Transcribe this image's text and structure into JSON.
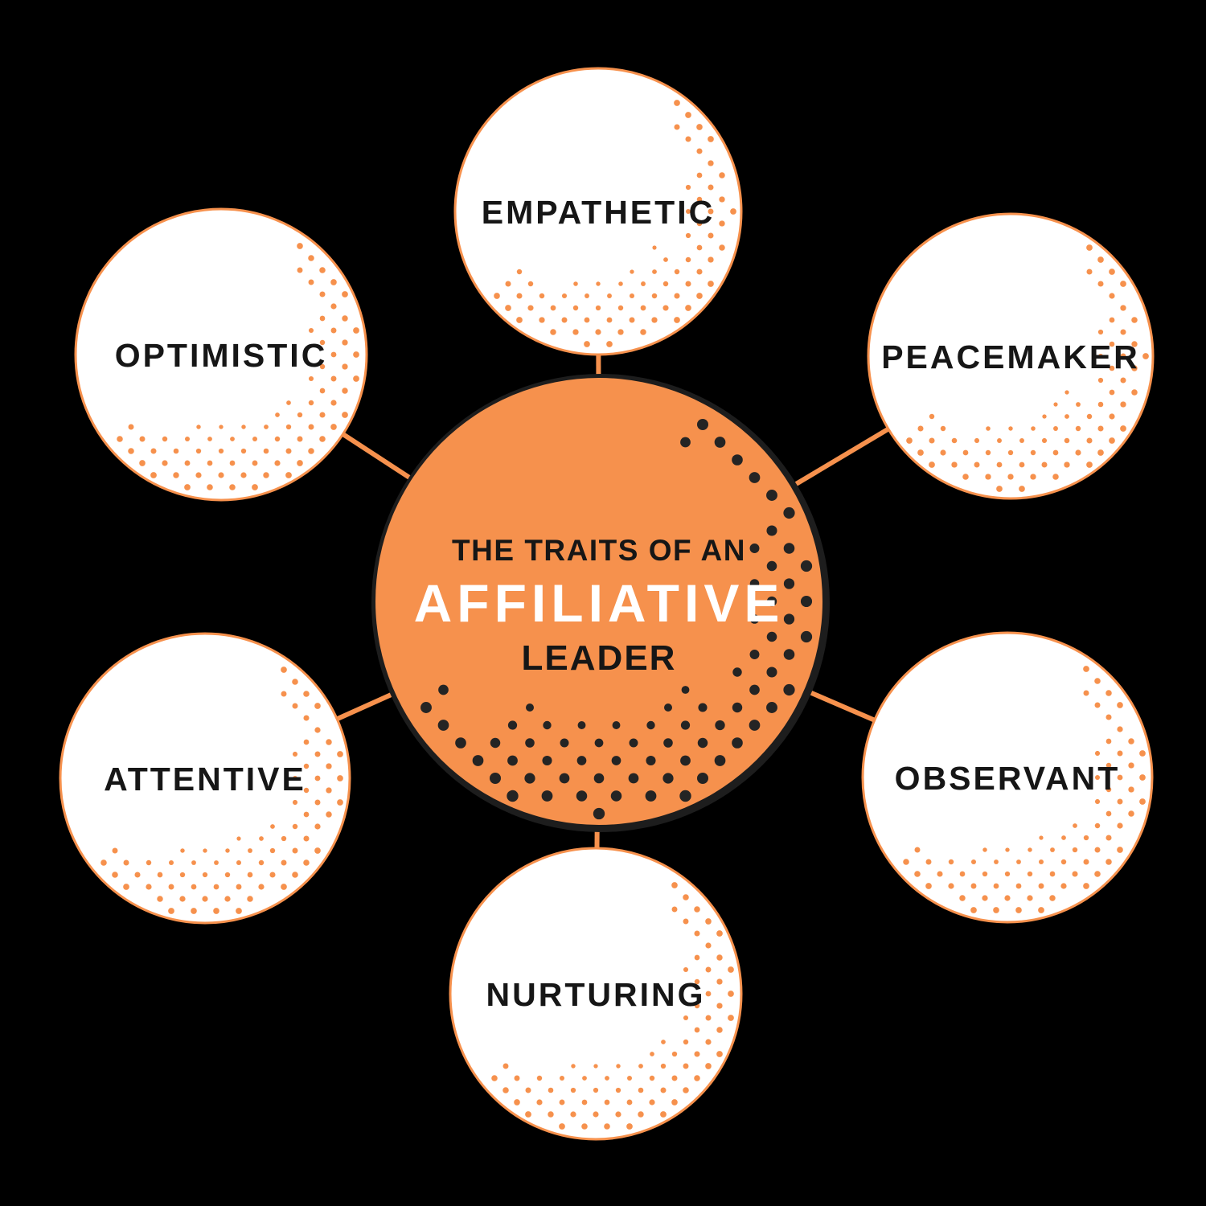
{
  "center": {
    "line1": "THE TRAITS OF AN",
    "line2": "AFFILIATIVE",
    "line3": "LEADER"
  },
  "traits": [
    {
      "label": "EMPATHETIC",
      "position": "top"
    },
    {
      "label": "PEACEMAKER",
      "position": "top-right"
    },
    {
      "label": "OBSERVANT",
      "position": "bottom-right"
    },
    {
      "label": "NURTURING",
      "position": "bottom"
    },
    {
      "label": "ATTENTIVE",
      "position": "bottom-left"
    },
    {
      "label": "OPTIMISTIC",
      "position": "top-left"
    }
  ],
  "colors": {
    "background": "#000000",
    "orange": "#F6914D",
    "center_shadow": "#1D1D1D",
    "center_dot": "#242424",
    "satellite_fill": "#FFFFFF",
    "text_dark": "#161616",
    "text_light": "#FFFFFF"
  }
}
